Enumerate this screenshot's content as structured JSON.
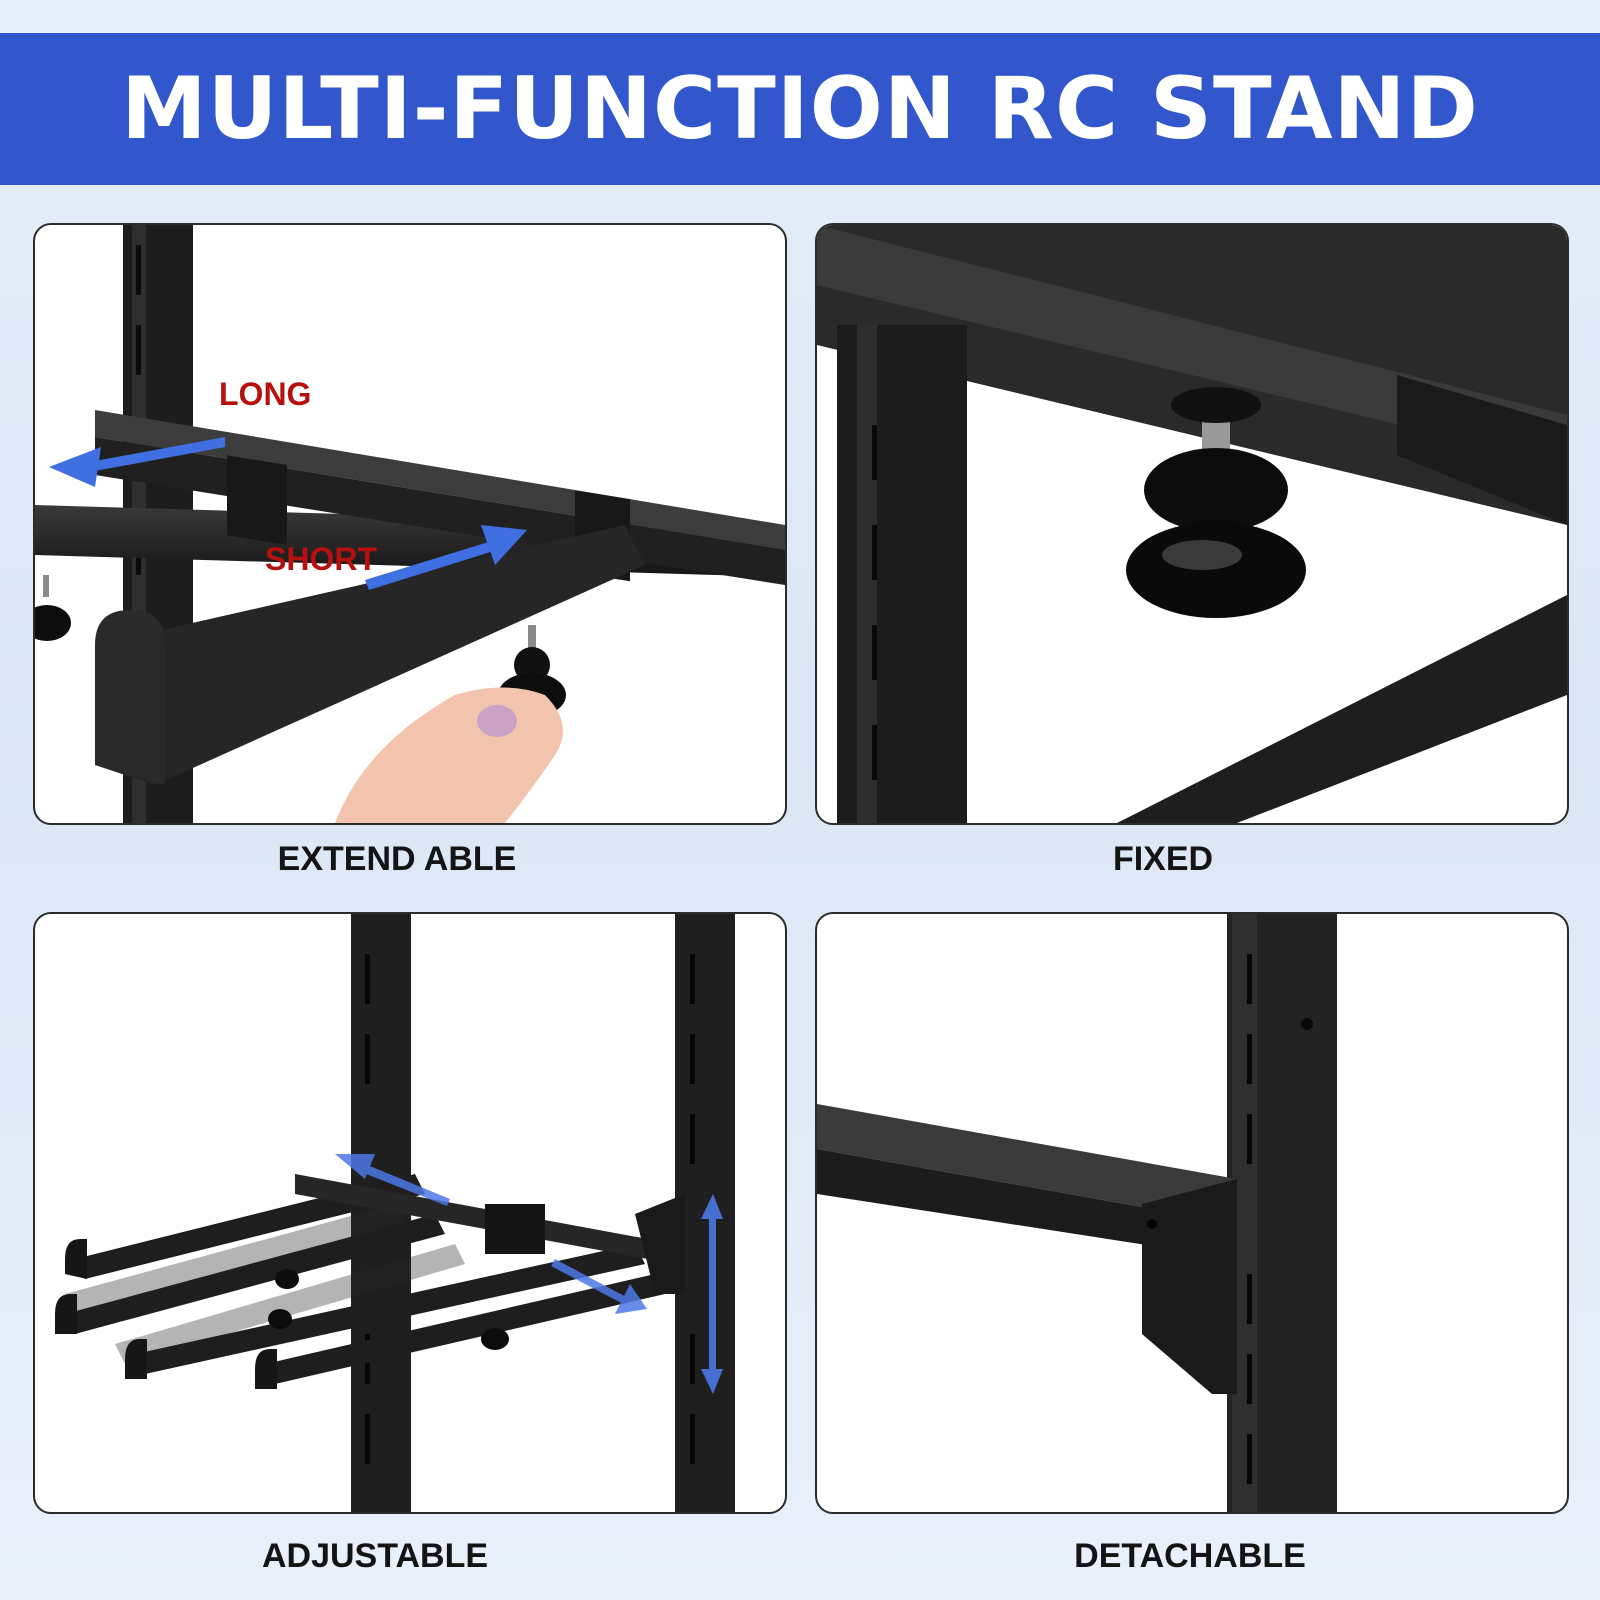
{
  "banner": {
    "title": "MULTI-FUNCTION RC STAND"
  },
  "panels": [
    {
      "caption": "EXTEND ABLE",
      "callouts": {
        "long": "LONG",
        "short": "SHORT"
      }
    },
    {
      "caption": "FIXED"
    },
    {
      "caption": "ADJUSTABLE"
    },
    {
      "caption": "DETACHABLE"
    }
  ],
  "colors": {
    "banner": "#3257cc",
    "callout_text": "#b80f0f",
    "arrow": "#3f6fe0",
    "metal": "#1e1e1e"
  }
}
